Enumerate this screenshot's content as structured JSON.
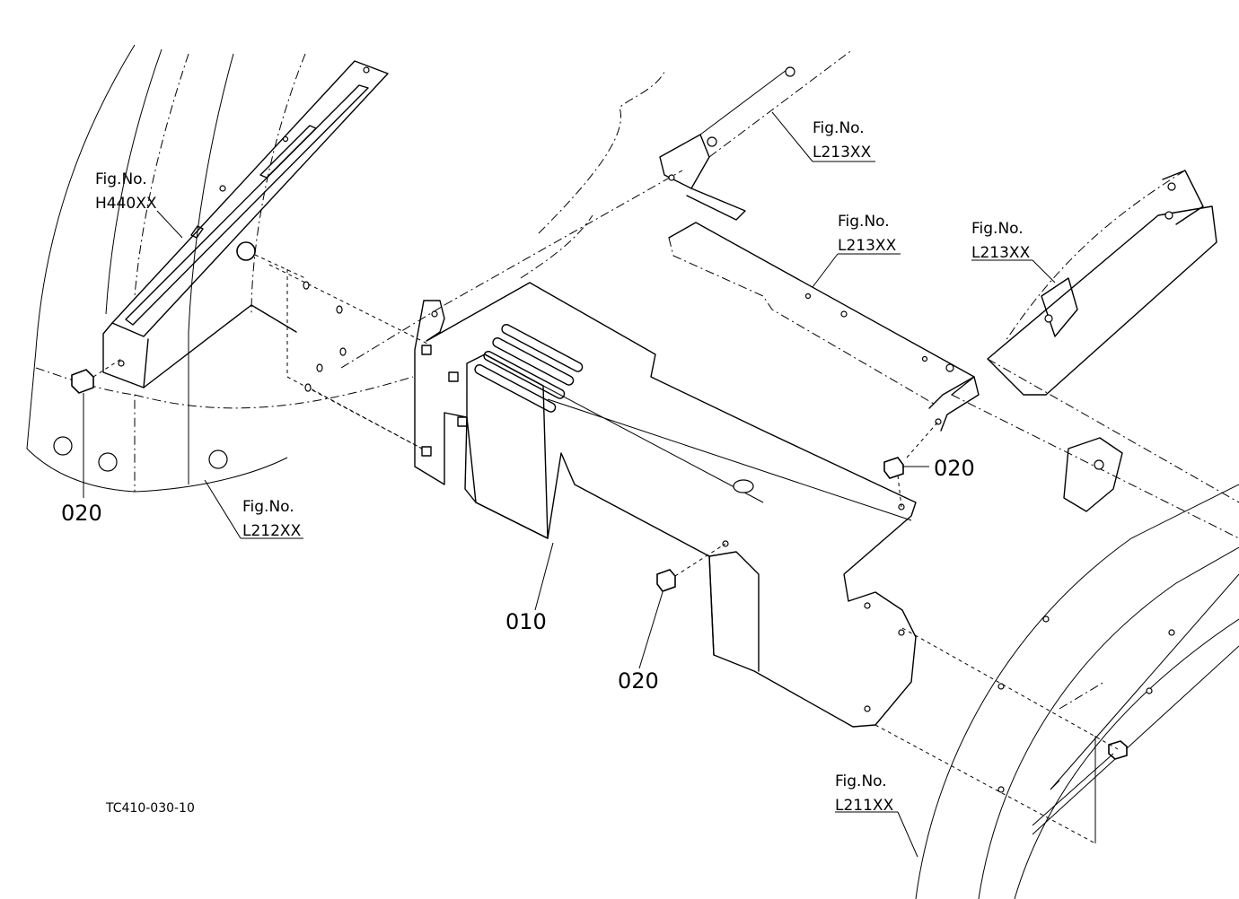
{
  "figure_refs": [
    {
      "id": "h440",
      "caption": "Fig.No.",
      "code": "H440XX"
    },
    {
      "id": "l213a",
      "caption": "Fig.No.",
      "code": "L213XX"
    },
    {
      "id": "l213b",
      "caption": "Fig.No.",
      "code": "L213XX"
    },
    {
      "id": "l213c",
      "caption": "Fig.No.",
      "code": "L213XX"
    },
    {
      "id": "l212",
      "caption": "Fig.No.",
      "code": "L212XX"
    },
    {
      "id": "l211",
      "caption": "Fig.No.",
      "code": "L211XX"
    }
  ],
  "part_callouts": [
    {
      "id": "p020a",
      "number": "020"
    },
    {
      "id": "p020b",
      "number": "020"
    },
    {
      "id": "p020c",
      "number": "020"
    },
    {
      "id": "p010",
      "number": "010"
    }
  ],
  "drawing_code": "TC410-030-10"
}
